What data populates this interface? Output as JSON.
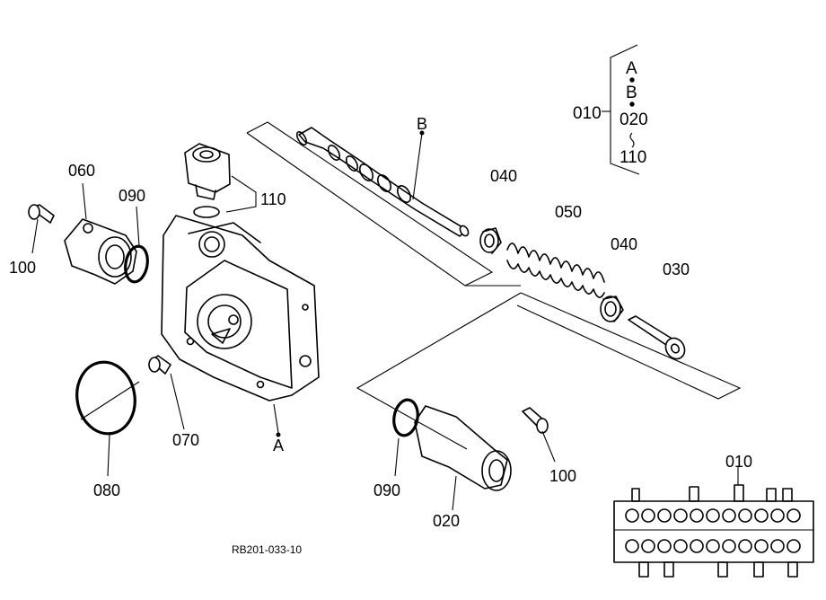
{
  "callouts": {
    "p010": "010",
    "p020": "020",
    "p030": "030",
    "p040a": "040",
    "p040b": "040",
    "p050": "050",
    "p060": "060",
    "p070": "070",
    "p080": "080",
    "p090a": "090",
    "p090b": "090",
    "p100a": "100",
    "p100b": "100",
    "p110": "110",
    "refA": "A",
    "refB": "B",
    "inset010": "010"
  },
  "legend": {
    "main": "010",
    "items": [
      "A",
      "B",
      "020",
      "110"
    ]
  },
  "drawing_number": "RB201-033-10"
}
